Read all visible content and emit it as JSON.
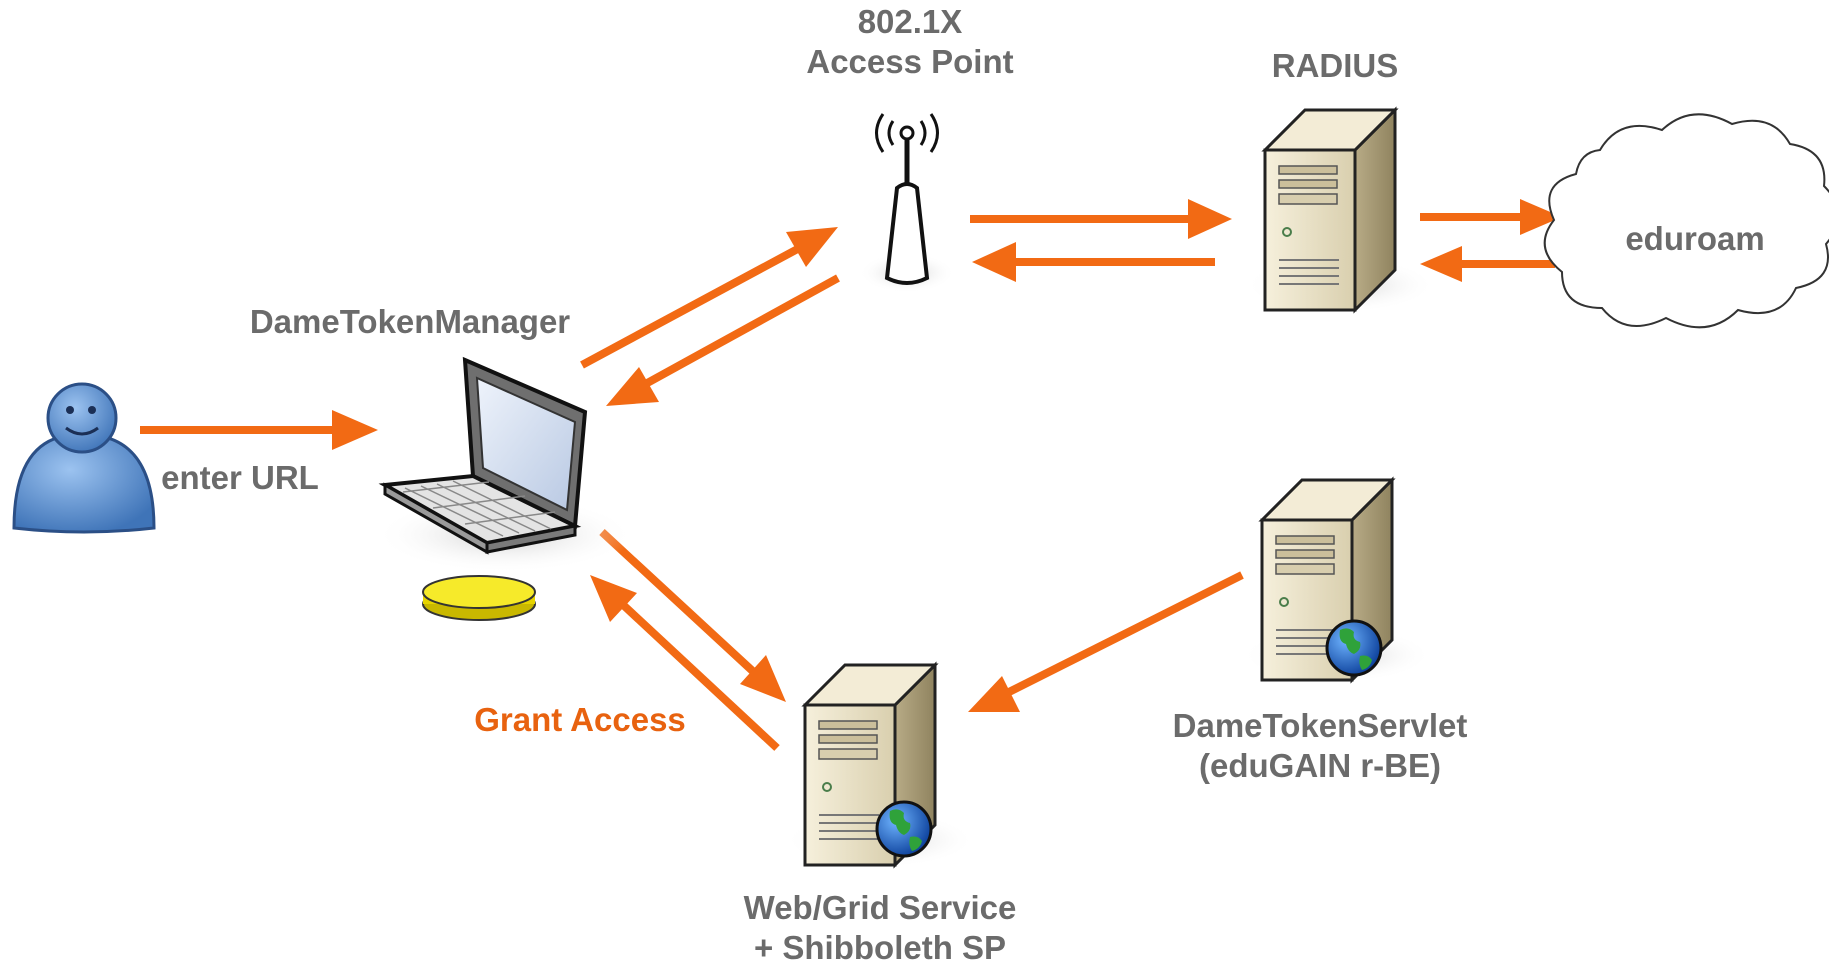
{
  "colors": {
    "arrow": "#f26a14",
    "label": "#6b6b6b",
    "accent_label": "#e8620f",
    "server_body": "#ece3c8",
    "user": "#5a8fd0",
    "token": "#f0e020"
  },
  "icons": {
    "user": "person-icon",
    "laptop": "laptop-icon",
    "access_point": "wireless-antenna-icon",
    "radius_server": "server-icon",
    "cloud": "cloud-icon",
    "servlet_server": "web-server-icon",
    "web_server": "web-server-icon",
    "token": "token-disc-icon"
  },
  "labels": {
    "access_point_line1": "802.1X",
    "access_point_line2": "Access Point",
    "radius": "RADIUS",
    "eduroam": "eduroam",
    "dame_token_manager": "DameTokenManager",
    "enter_url": "enter URL",
    "grant_access": "Grant Access",
    "servlet_line1": "DameTokenServlet",
    "servlet_line2": "(eduGAIN r-BE)",
    "web_service_line1": "Web/Grid Service",
    "web_service_line2": "+ Shibboleth SP"
  }
}
